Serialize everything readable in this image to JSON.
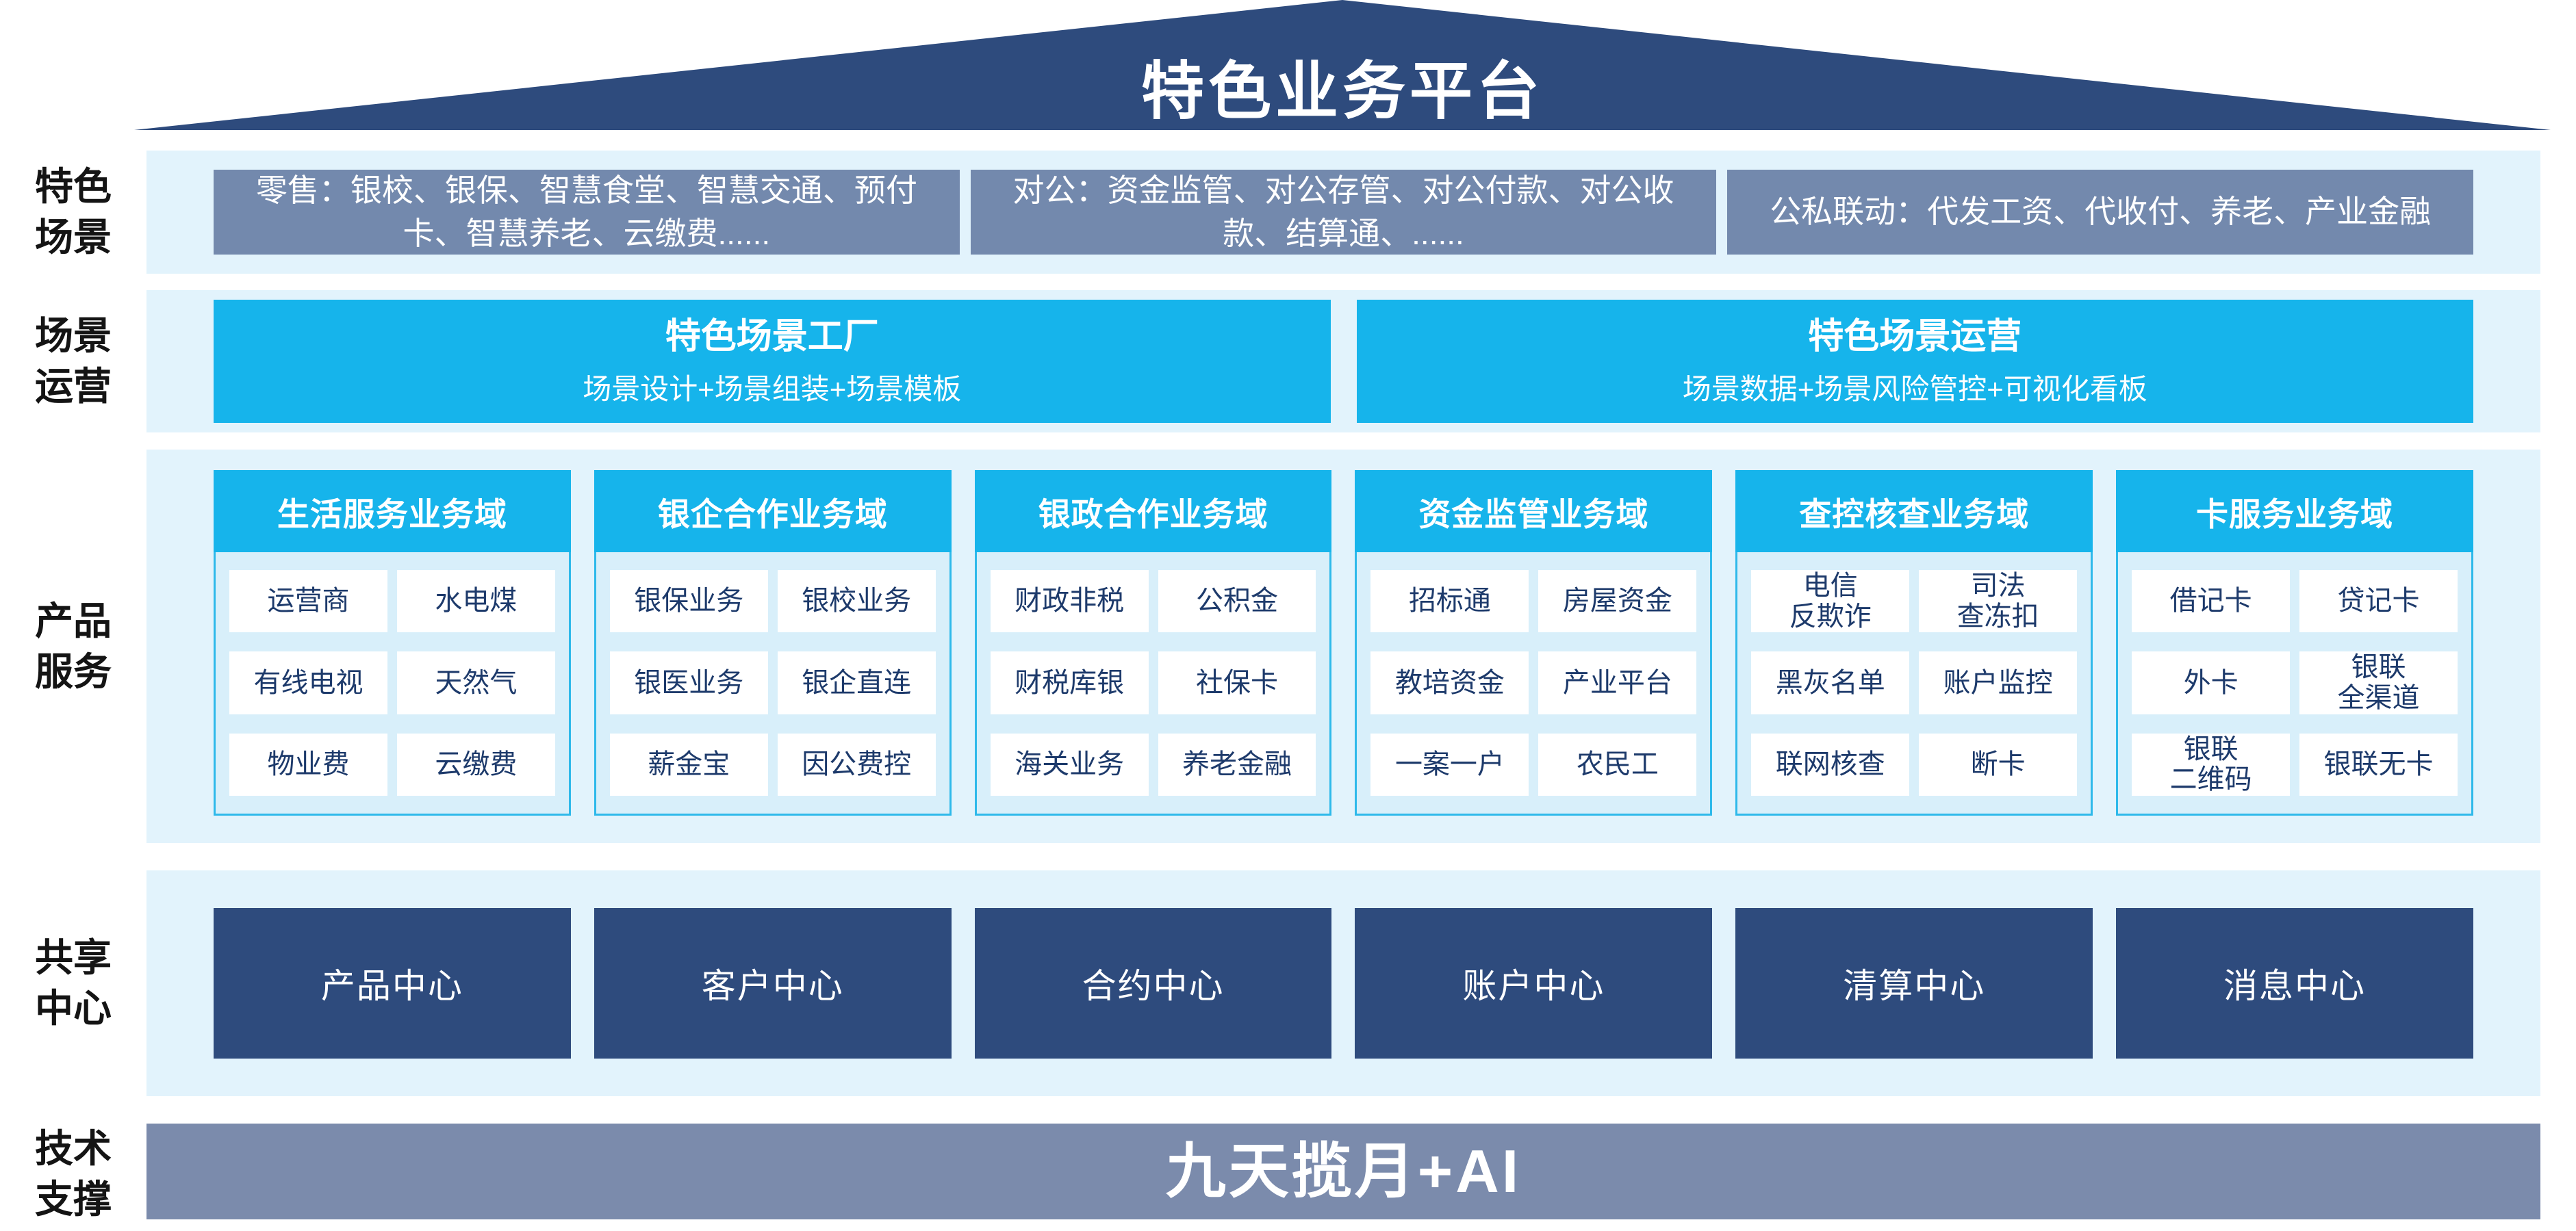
{
  "roof": {
    "title": "特色业务平台"
  },
  "side_labels": [
    "特色\n场景",
    "场景\n运营",
    "产品\n服务",
    "共享\n中心",
    "技术\n支撑"
  ],
  "scenes_row": {
    "boxes": [
      "零售：银校、银保、智慧食堂、智慧交通、预付卡、智慧养老、云缴费......",
      "对公：资金监管、对公存管、对公付款、对公收款、结算通、......",
      "公私联动：代发工资、代收付、养老、产业金融"
    ]
  },
  "operations_row": {
    "boxes": [
      {
        "title": "特色场景工厂",
        "subtitle": "场景设计+场景组装+场景模板"
      },
      {
        "title": "特色场景运营",
        "subtitle": "场景数据+场景风险管控+可视化看板"
      }
    ]
  },
  "product_row": {
    "columns": [
      {
        "header": "生活服务业务域",
        "cells": [
          "运营商",
          "水电煤",
          "有线电视",
          "天然气",
          "物业费",
          "云缴费"
        ]
      },
      {
        "header": "银企合作业务域",
        "cells": [
          "银保业务",
          "银校业务",
          "银医业务",
          "银企直连",
          "薪金宝",
          "因公费控"
        ]
      },
      {
        "header": "银政合作业务域",
        "cells": [
          "财政非税",
          "公积金",
          "财税库银",
          "社保卡",
          "海关业务",
          "养老金融"
        ]
      },
      {
        "header": "资金监管业务域",
        "cells": [
          "招标通",
          "房屋资金",
          "教培资金",
          "产业平台",
          "一案一户",
          "农民工"
        ]
      },
      {
        "header": "查控核查业务域",
        "cells": [
          "电信\n反欺诈",
          "司法\n查冻扣",
          "黑灰名单",
          "账户监控",
          "联网核查",
          "断卡"
        ]
      },
      {
        "header": "卡服务业务域",
        "cells": [
          "借记卡",
          "贷记卡",
          "外卡",
          "银联\n全渠道",
          "银联\n二维码",
          "银联无卡"
        ]
      }
    ]
  },
  "centers_row": {
    "boxes": [
      "产品中心",
      "客户中心",
      "合约中心",
      "账户中心",
      "清算中心",
      "消息中心"
    ]
  },
  "tech_row": {
    "label": "九天揽月+AI"
  },
  "colors": {
    "roof_navy": "#2E4B7D",
    "scene_gray_blue": "#7389AD",
    "cyan": "#16B4EB",
    "band_light_blue": "#E2F3FC",
    "panel_light_blue": "#D8EFFA",
    "panel_border_cyan": "#2EB9EA",
    "cell_text_navy": "#1D3A6B",
    "center_navy": "#2E4B7D",
    "tech_gray_blue": "#7B8BAC",
    "white": "#FFFFFF"
  }
}
